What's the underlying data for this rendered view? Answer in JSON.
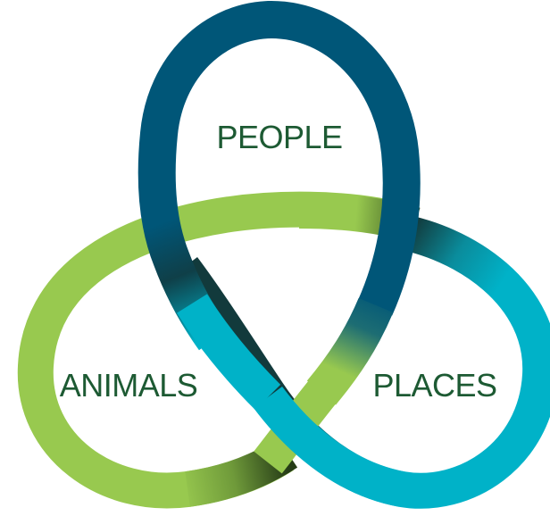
{
  "diagram": {
    "labels": {
      "people": "PEOPLE",
      "animals": "ANIMALS",
      "places": "PLACES"
    },
    "colors": {
      "people_loop": "#005678",
      "animals_loop": "#98c94f",
      "places_loop": "#00b2c8",
      "label_text": "#1d5a33",
      "background": "#ffffff"
    }
  }
}
